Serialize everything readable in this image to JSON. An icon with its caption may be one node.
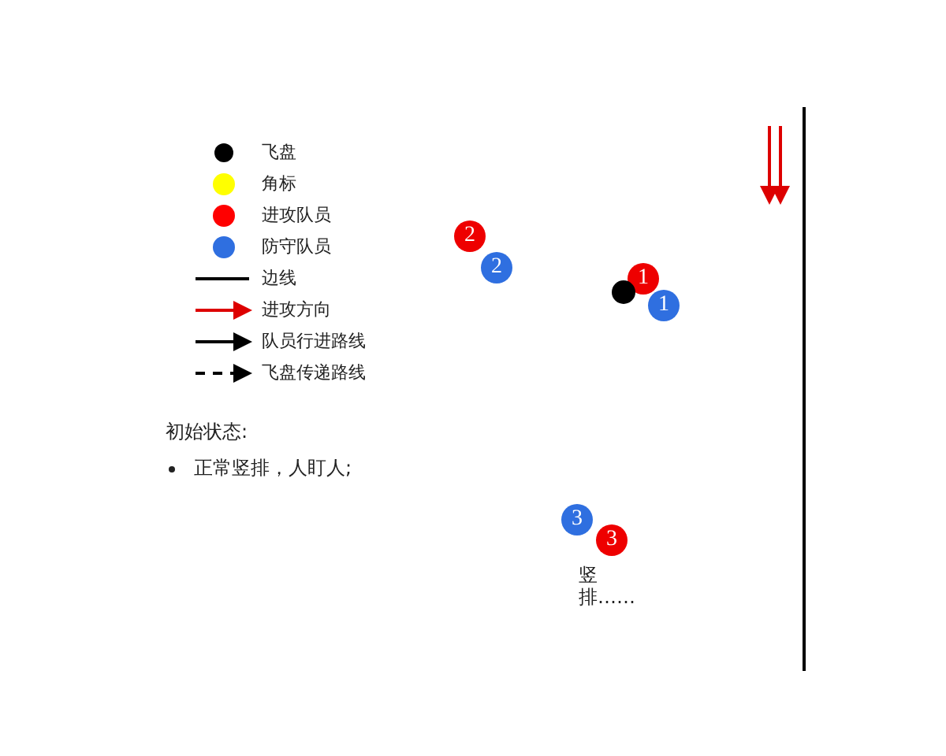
{
  "diagram": {
    "nodes": [
      {
        "text": [
          "2"
        ]
      },
      {
        "text": [
          "2"
        ]
      },
      {
        "text": [
          "1"
        ]
      },
      {
        "text": [],
        "shape": "circle"
      },
      {
        "text": [
          "1"
        ]
      },
      {
        "text": [
          "3"
        ]
      },
      {
        "text": [
          "3"
        ]
      }
    ],
    "labels": [
      "初始状态:",
      "正常竖排，人盯人;",
      "竖排……"
    ],
    "legend": [
      {
        "text": "飞盘",
        "color": "#000000"
      },
      {
        "text": "角标",
        "color": "#ffff00"
      },
      {
        "text": "进攻队员",
        "color": "#ff0000"
      },
      {
        "text": "防守队员",
        "color": "#2f6fe0"
      },
      {
        "text": "边线"
      },
      {
        "text": "进攻方向"
      },
      {
        "text": "队员行进路线"
      },
      {
        "text": "飞盘传递路线"
      }
    ]
  }
}
